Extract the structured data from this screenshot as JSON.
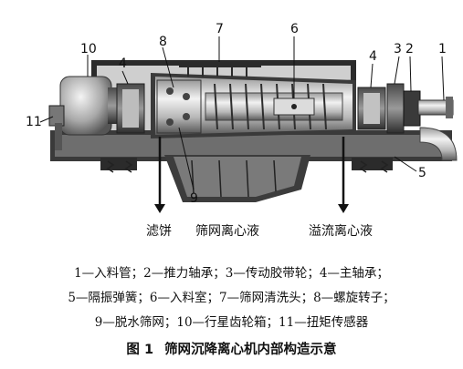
{
  "figure": {
    "labels": {
      "n1": "1",
      "n2": "2",
      "n3": "3",
      "n4_right": "4",
      "n4_left": "4",
      "n5": "5",
      "n6": "6",
      "n7": "7",
      "n8": "8",
      "n9": "9",
      "n10": "10",
      "n11": "11"
    },
    "outputs": {
      "cake": "滤饼",
      "screen_liquid": "筛网离心液",
      "overflow_liquid": "溢流离心液"
    }
  },
  "legend": {
    "line1": "1—入料管；2—推力轴承；3—传动胶带轮；4—主轴承；",
    "line2": "5—隔振弹簧；6—入料室；7—筛网清洗头；8—螺旋转子；",
    "line3": "9—脱水筛网；10—行星齿轮箱；11—扭矩传感器"
  },
  "caption": {
    "number": "图 1",
    "text": "筛网沉降离心机内部构造示意"
  }
}
